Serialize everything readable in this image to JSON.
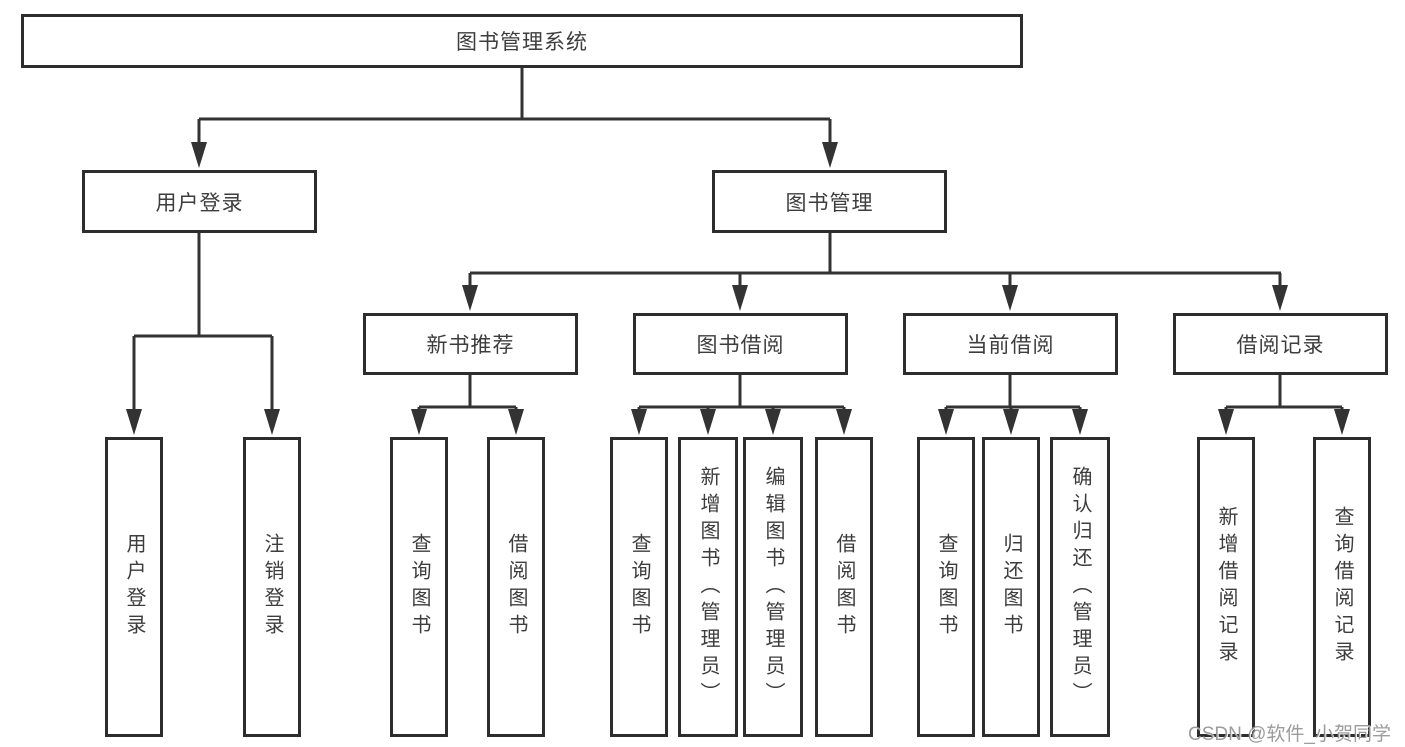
{
  "diagram": {
    "title": "图书管理系统",
    "level2": [
      {
        "label": "用户登录"
      },
      {
        "label": "图书管理"
      }
    ],
    "level3": [
      {
        "label": "新书推荐",
        "parent": "图书管理"
      },
      {
        "label": "图书借阅",
        "parent": "图书管理"
      },
      {
        "label": "当前借阅",
        "parent": "图书管理"
      },
      {
        "label": "借阅记录",
        "parent": "图书管理"
      }
    ],
    "leaves": [
      {
        "label": "用户登录",
        "parent": "用户登录"
      },
      {
        "label": "注销登录",
        "parent": "用户登录"
      },
      {
        "label": "查询图书",
        "parent": "新书推荐"
      },
      {
        "label": "借阅图书",
        "parent": "新书推荐"
      },
      {
        "label": "查询图书",
        "parent": "图书借阅"
      },
      {
        "label": "新增图书（管理员）",
        "parent": "图书借阅"
      },
      {
        "label": "编辑图书（管理员）",
        "parent": "图书借阅"
      },
      {
        "label": "借阅图书",
        "parent": "图书借阅"
      },
      {
        "label": "查询图书",
        "parent": "当前借阅"
      },
      {
        "label": "归还图书",
        "parent": "当前借阅"
      },
      {
        "label": "确认归还（管理员）",
        "parent": "当前借阅"
      },
      {
        "label": "新增借阅记录",
        "parent": "借阅记录"
      },
      {
        "label": "查询借阅记录",
        "parent": "借阅记录"
      }
    ],
    "watermark": "CSDN @软件_小贺同学",
    "colors": {
      "line": "#333333",
      "border": "#2d2d2d",
      "text": "#3d3d3d",
      "background": "#ffffff",
      "watermark": "#949494"
    }
  }
}
